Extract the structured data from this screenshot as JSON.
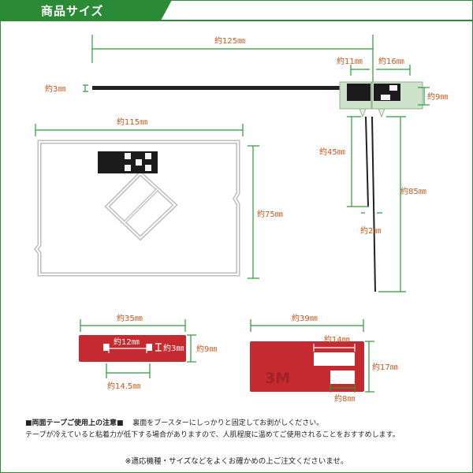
{
  "header": {
    "title": "商品サイズ"
  },
  "colors": {
    "accent": "#2b8a35",
    "label": "#c9581c",
    "dimension_line": "#2e9a3d",
    "tape_red": "#c42a2f"
  },
  "dimensions": {
    "cable_length": "約125㎜",
    "cable_thickness": "約3㎜",
    "connector_left": "約11㎜",
    "connector_right": "約16㎜",
    "connector_height": "約9㎜",
    "lead_short": "約45㎜",
    "lead_long": "約85㎜",
    "lead_gap": "約2㎜",
    "film_width": "約115㎜",
    "film_height": "約75㎜",
    "tape_small_width": "約35㎜",
    "tape_small_inner": "約12㎜",
    "tape_small_hole": "約3㎜",
    "tape_small_height": "約9㎜",
    "tape_small_spacing": "約14.5㎜",
    "tape_large_width": "約39㎜",
    "tape_large_window": "約14㎜",
    "tape_large_height": "約17㎜",
    "tape_large_small_window": "約8㎜"
  },
  "tape_logo": "3M",
  "notes": {
    "heading": "■両面テープご使用上の注意■",
    "line1_rest": "裏面をブースターにしっかりと固定してお剥がしください。",
    "line2": "テープが冷えていると粘着力が低下する場合がありますので、人肌程度に温めてご使用されることをおすすめします。"
  },
  "footer": "※適応機種・サイズなどをよくお確かめの上ご注文くださいませ。"
}
